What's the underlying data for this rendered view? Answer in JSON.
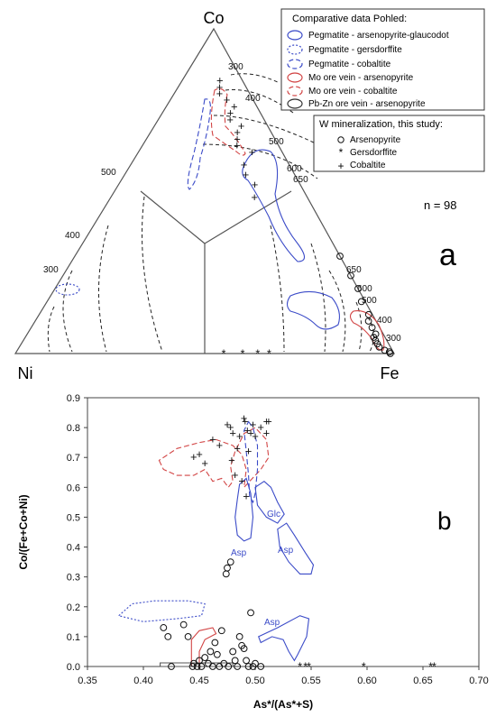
{
  "figure": {
    "panel_a_label": "a",
    "panel_b_label": "b",
    "n_label": "n = 98"
  },
  "ternary": {
    "apex_top": "Co",
    "apex_left": "Ni",
    "apex_right": "Fe",
    "isotherm_labels": [
      "300",
      "400",
      "500",
      "600",
      "650"
    ],
    "legend_comparative": {
      "title": "Comparative data Pohled:",
      "items": [
        "Pegmatite - arsenopyrite-glaucodot",
        "Pegmatite - gersdorffite",
        "Pegmatite - cobaltite",
        "Mo ore vein - arsenopyrite",
        "Mo ore vein - cobaltite",
        "Pb-Zn ore vein - arsenopyrite"
      ]
    },
    "legend_study": {
      "title": "W mineralization, this study:",
      "items": [
        "Arsenopyrite",
        "Gersdorffite",
        "Cobaltite"
      ]
    }
  },
  "chart_data": [
    {
      "type": "scatter",
      "panel": "a",
      "series": [
        {
          "name": "Arsenopyrite",
          "marker": "circle",
          "points": [
            [
              0.0,
              0.3
            ],
            [
              0.0,
              0.24
            ],
            [
              0.0,
              0.2
            ],
            [
              0.01,
              0.16
            ],
            [
              0.01,
              0.12
            ],
            [
              0.02,
              0.1
            ],
            [
              0.02,
              0.08
            ],
            [
              0.02,
              0.06
            ],
            [
              0.03,
              0.05
            ],
            [
              0.03,
              0.04
            ],
            [
              0.03,
              0.03
            ],
            [
              0.03,
              0.02
            ],
            [
              0.02,
              0.01
            ],
            [
              0.01,
              0.005
            ],
            [
              0.01,
              0.0
            ]
          ]
        },
        {
          "name": "Gersdorffite",
          "marker": "star",
          "points": [
            [
              0.45,
              0.0
            ],
            [
              0.4,
              0.0
            ],
            [
              0.36,
              0.0
            ],
            [
              0.33,
              0.0
            ]
          ]
        },
        {
          "name": "Cobaltite",
          "marker": "plus",
          "points": [
            [
              0.06,
              0.84
            ],
            [
              0.07,
              0.82
            ],
            [
              0.08,
              0.8
            ],
            [
              0.07,
              0.78
            ],
            [
              0.06,
              0.76
            ],
            [
              0.08,
              0.74
            ],
            [
              0.09,
              0.72
            ],
            [
              0.07,
              0.7
            ],
            [
              0.09,
              0.68
            ],
            [
              0.1,
              0.66
            ],
            [
              0.11,
              0.64
            ],
            [
              0.08,
              0.62
            ],
            [
              0.12,
              0.58
            ],
            [
              0.13,
              0.55
            ],
            [
              0.12,
              0.52
            ],
            [
              0.14,
              0.48
            ]
          ]
        }
      ]
    },
    {
      "type": "scatter",
      "panel": "b",
      "xlabel": "As*/(As*+S)",
      "ylabel": "Co/(Fe+Co+Ni)",
      "xlim": [
        0.35,
        0.7
      ],
      "ylim": [
        0.0,
        0.9
      ],
      "xticks": [
        "0.35",
        "0.40",
        "0.45",
        "0.50",
        "0.55",
        "0.60",
        "0.65",
        "0.70"
      ],
      "yticks": [
        "0.0",
        "0.1",
        "0.2",
        "0.3",
        "0.4",
        "0.5",
        "0.6",
        "0.7",
        "0.8",
        "0.9"
      ],
      "series": [
        {
          "name": "Arsenopyrite",
          "marker": "circle",
          "points": [
            [
              0.418,
              0.13
            ],
            [
              0.422,
              0.1
            ],
            [
              0.425,
              0.0
            ],
            [
              0.436,
              0.14
            ],
            [
              0.44,
              0.1
            ],
            [
              0.444,
              0.0
            ],
            [
              0.445,
              0.01
            ],
            [
              0.448,
              0.0
            ],
            [
              0.45,
              0.02
            ],
            [
              0.452,
              0.0
            ],
            [
              0.455,
              0.03
            ],
            [
              0.458,
              0.01
            ],
            [
              0.46,
              0.05
            ],
            [
              0.462,
              0.0
            ],
            [
              0.464,
              0.08
            ],
            [
              0.466,
              0.04
            ],
            [
              0.468,
              0.0
            ],
            [
              0.47,
              0.12
            ],
            [
              0.472,
              0.01
            ],
            [
              0.474,
              0.31
            ],
            [
              0.475,
              0.33
            ],
            [
              0.476,
              0.0
            ],
            [
              0.478,
              0.35
            ],
            [
              0.48,
              0.05
            ],
            [
              0.482,
              0.02
            ],
            [
              0.484,
              0.0
            ],
            [
              0.486,
              0.1
            ],
            [
              0.488,
              0.07
            ],
            [
              0.49,
              0.06
            ],
            [
              0.492,
              0.02
            ],
            [
              0.494,
              0.0
            ],
            [
              0.496,
              0.18
            ],
            [
              0.498,
              0.0
            ],
            [
              0.5,
              0.01
            ],
            [
              0.505,
              0.0
            ]
          ]
        },
        {
          "name": "Gersdorffite",
          "marker": "star",
          "points": [
            [
              0.54,
              0.0
            ],
            [
              0.545,
              0.0
            ],
            [
              0.548,
              0.0
            ],
            [
              0.597,
              0.0
            ],
            [
              0.657,
              0.0
            ],
            [
              0.66,
              0.0
            ]
          ]
        },
        {
          "name": "Cobaltite",
          "marker": "plus",
          "points": [
            [
              0.445,
              0.7
            ],
            [
              0.45,
              0.71
            ],
            [
              0.455,
              0.68
            ],
            [
              0.462,
              0.76
            ],
            [
              0.468,
              0.74
            ],
            [
              0.475,
              0.81
            ],
            [
              0.478,
              0.8
            ],
            [
              0.479,
              0.69
            ],
            [
              0.48,
              0.78
            ],
            [
              0.482,
              0.64
            ],
            [
              0.484,
              0.73
            ],
            [
              0.486,
              0.77
            ],
            [
              0.488,
              0.62
            ],
            [
              0.49,
              0.83
            ],
            [
              0.491,
              0.82
            ],
            [
              0.492,
              0.57
            ],
            [
              0.493,
              0.79
            ],
            [
              0.494,
              0.72
            ],
            [
              0.496,
              0.78
            ],
            [
              0.498,
              0.81
            ],
            [
              0.5,
              0.77
            ],
            [
              0.505,
              0.8
            ],
            [
              0.51,
              0.82
            ],
            [
              0.512,
              0.82
            ],
            [
              0.51,
              0.78
            ]
          ]
        }
      ],
      "field_labels": [
        "Glc",
        "Asp",
        "Asp",
        "Asp"
      ]
    }
  ],
  "colors": {
    "blue": "#3b4bc8",
    "red": "#d24545",
    "black": "#111111",
    "gray": "#555555"
  }
}
